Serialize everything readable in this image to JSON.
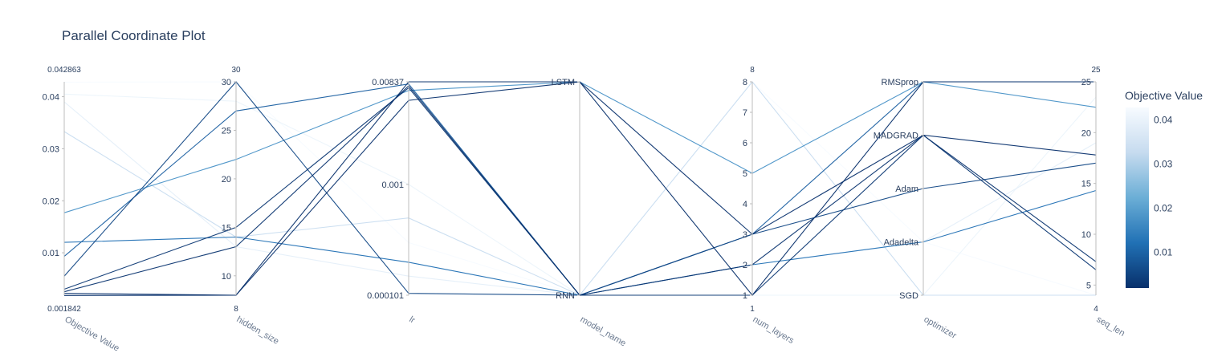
{
  "chart_data": {
    "type": "parallel_coordinates",
    "title": "Parallel Coordinate Plot",
    "axes": [
      {
        "name": "Objective Value",
        "range": [
          0.001842,
          0.042863
        ],
        "range_labels": [
          "0.001842",
          "0.042863"
        ],
        "ticks": [
          {
            "v": 0.01,
            "label": "0.01"
          },
          {
            "v": 0.02,
            "label": "0.02"
          },
          {
            "v": 0.03,
            "label": "0.03"
          },
          {
            "v": 0.04,
            "label": "0.04"
          }
        ]
      },
      {
        "name": "hidden_size",
        "range": [
          8,
          30
        ],
        "range_labels": [
          "8",
          "30"
        ],
        "ticks": [
          {
            "v": 10,
            "label": "10"
          },
          {
            "v": 15,
            "label": "15"
          },
          {
            "v": 20,
            "label": "20"
          },
          {
            "v": 25,
            "label": "25"
          },
          {
            "v": 30,
            "label": "30"
          }
        ]
      },
      {
        "name": "lr",
        "scale": "log",
        "range": [
          0.000101,
          0.00837
        ],
        "range_labels": [
          "",
          ""
        ],
        "ticks": [
          {
            "v": 0.000101,
            "label": "0.000101"
          },
          {
            "v": 0.001,
            "label": "0.001"
          },
          {
            "v": 0.00837,
            "label": "0.00837"
          }
        ]
      },
      {
        "name": "model_name",
        "type": "categorical",
        "categories": [
          "RNN",
          "LSTM"
        ],
        "range_labels": [
          "",
          ""
        ],
        "ticks": [
          {
            "v": 0,
            "label": "RNN"
          },
          {
            "v": 1,
            "label": "LSTM"
          }
        ]
      },
      {
        "name": "num_layers",
        "range": [
          1,
          8
        ],
        "range_labels": [
          "1",
          "8"
        ],
        "ticks": [
          {
            "v": 1,
            "label": "1"
          },
          {
            "v": 2,
            "label": "2"
          },
          {
            "v": 3,
            "label": "3"
          },
          {
            "v": 4,
            "label": "4"
          },
          {
            "v": 5,
            "label": "5"
          },
          {
            "v": 6,
            "label": "6"
          },
          {
            "v": 7,
            "label": "7"
          },
          {
            "v": 8,
            "label": "8"
          }
        ]
      },
      {
        "name": "optimizer",
        "type": "categorical",
        "categories": [
          "SGD",
          "Adadelta",
          "Adam",
          "MADGRAD",
          "RMSprop"
        ],
        "range_labels": [
          "",
          ""
        ],
        "ticks": [
          {
            "v": 0,
            "label": "SGD"
          },
          {
            "v": 1,
            "label": "Adadelta"
          },
          {
            "v": 2,
            "label": "Adam"
          },
          {
            "v": 3,
            "label": "MADGRAD"
          },
          {
            "v": 4,
            "label": "RMSprop"
          }
        ]
      },
      {
        "name": "seq_len",
        "range": [
          4,
          25
        ],
        "range_labels": [
          "4",
          "25"
        ],
        "ticks": [
          {
            "v": 5,
            "label": "5"
          },
          {
            "v": 10,
            "label": "10"
          },
          {
            "v": 15,
            "label": "15"
          },
          {
            "v": 20,
            "label": "20"
          },
          {
            "v": 25,
            "label": "25"
          }
        ]
      }
    ],
    "lines": [
      [
        0.0177,
        22,
        0.007,
        "LSTM",
        5,
        "RMSprop",
        22.5
      ],
      [
        0.0093,
        27,
        0.008,
        "RNN",
        3,
        "RMSprop",
        25
      ],
      [
        0.0055,
        30,
        0.000105,
        "RNN",
        3,
        "Adam",
        17
      ],
      [
        0.003,
        15,
        0.0074,
        "RNN",
        1,
        "MADGRAD",
        6.5
      ],
      [
        0.0025,
        13,
        0.0077,
        "RNN",
        2,
        "MADGRAD",
        7.3
      ],
      [
        0.0022,
        8,
        0.0057,
        "LSTM",
        3,
        "MADGRAD",
        17.8
      ],
      [
        0.0018,
        8,
        0.00837,
        "LSTM",
        1,
        "RMSprop",
        25
      ],
      [
        0.0428,
        30,
        0.0003,
        "RNN",
        8,
        "Adadelta",
        4
      ],
      [
        0.0405,
        28,
        0.001,
        "RNN",
        1,
        "SGD",
        23.5
      ],
      [
        0.0333,
        14,
        0.0005,
        "RNN",
        8,
        "SGD",
        4
      ],
      [
        0.012,
        14,
        0.0002,
        "RNN",
        2,
        "Adadelta",
        14.3
      ],
      [
        0.039,
        13,
        0.00015,
        "RNN",
        2,
        "Adadelta",
        19
      ]
    ],
    "colorbar": {
      "title": "Objective Value",
      "range": [
        0.001842,
        0.042863
      ],
      "ticks": [
        {
          "v": 0.01,
          "label": "0.01"
        },
        {
          "v": 0.02,
          "label": "0.02"
        },
        {
          "v": 0.03,
          "label": "0.03"
        },
        {
          "v": 0.04,
          "label": "0.04"
        }
      ]
    },
    "colors": {
      "colorscale": [
        "#08306b",
        "#2171b5",
        "#6baed6",
        "#c6dbef",
        "#f7fbff"
      ],
      "axis": "#bdbdbd",
      "text": "#2a3f5f"
    }
  }
}
